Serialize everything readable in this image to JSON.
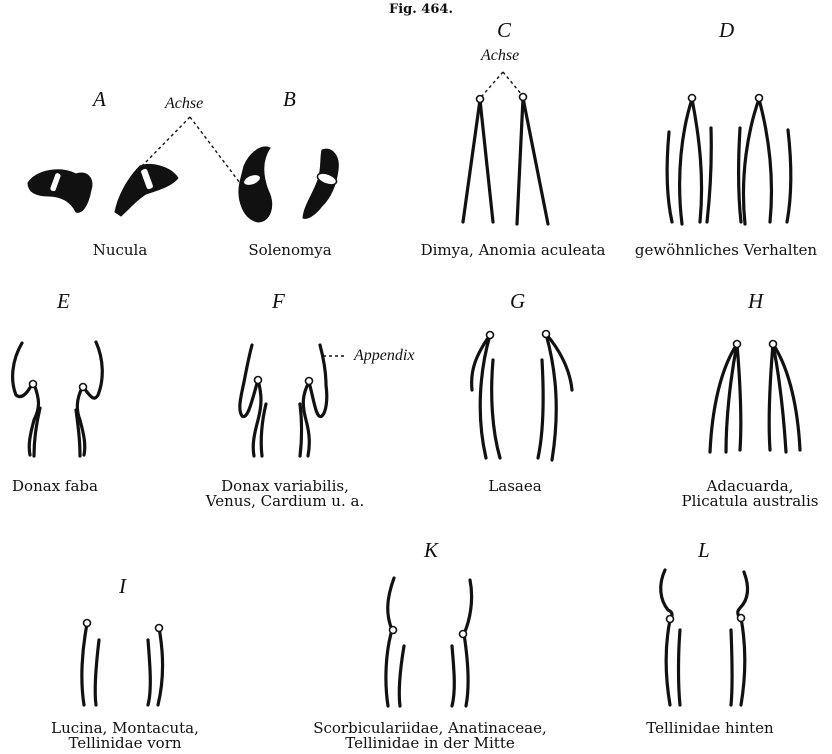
{
  "figure": {
    "number": "Fig. 464."
  },
  "panels": {
    "A": {
      "letter": "A",
      "caption": "Nucula"
    },
    "B": {
      "letter": "B",
      "caption": "Solenomya"
    },
    "C": {
      "letter": "C",
      "caption": "Dimya, Anomia aculeata",
      "axis_label": "Achse"
    },
    "D": {
      "letter": "D",
      "caption": "gewöhnliches Verhalten"
    },
    "E": {
      "letter": "E",
      "caption": "Donax faba"
    },
    "F": {
      "letter": "F",
      "caption_line1": "Donax variabilis,",
      "caption_line2": "Venus, Cardium u. a.",
      "appendix_label": "Appendix"
    },
    "G": {
      "letter": "G",
      "caption": "Lasaea"
    },
    "H": {
      "letter": "H",
      "caption_line1": "Adacuarda,",
      "caption_line2": "Plicatula australis"
    },
    "I": {
      "letter": "I",
      "caption_line1": "Lucina, Montacuta,",
      "caption_line2": "Tellinidae vorn"
    },
    "K": {
      "letter": "K",
      "caption_line1": "Scorbiculariidae, Anatinaceae,",
      "caption_line2": "Tellinidae in der Mitte"
    },
    "L": {
      "letter": "L",
      "caption": "Tellinidae hinten"
    }
  },
  "ab_axis_label": "Achse"
}
